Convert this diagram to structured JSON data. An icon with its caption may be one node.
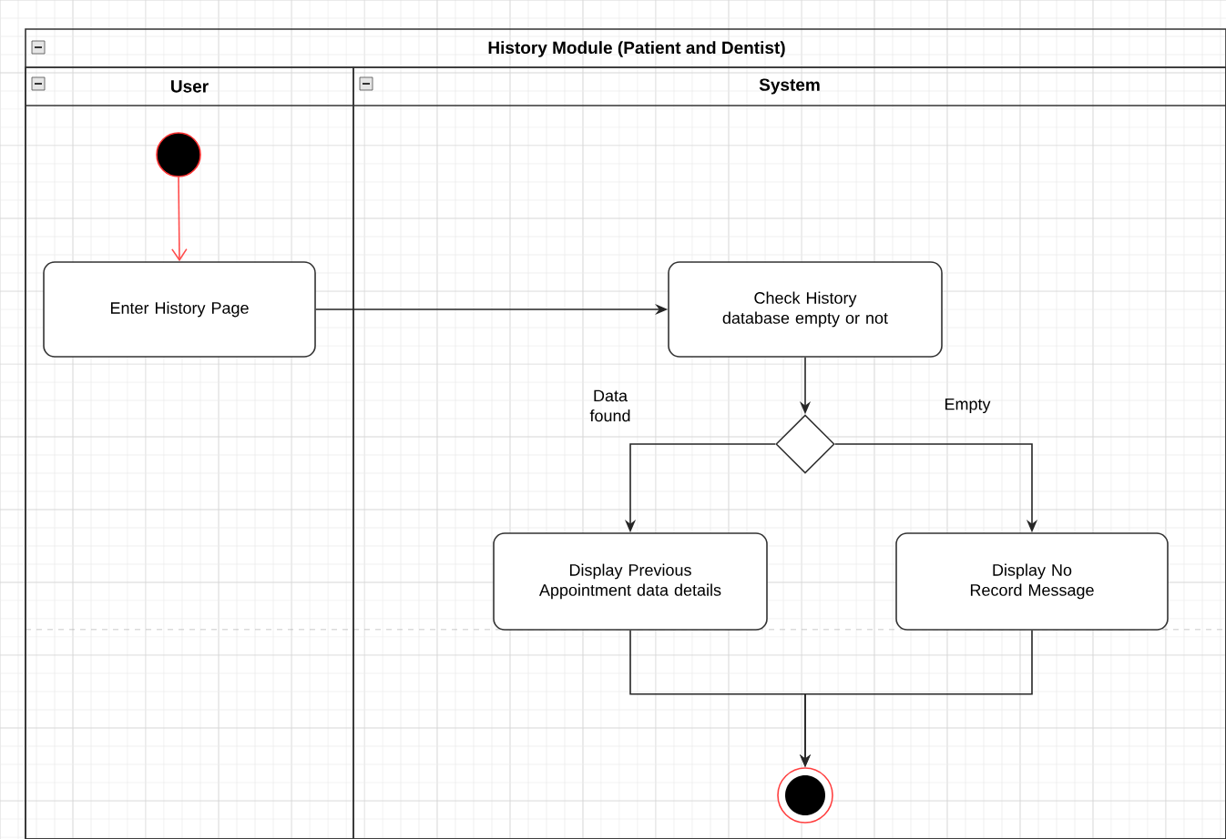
{
  "diagram": {
    "nodes": [
      {
        "text": [
          "History Module (Patient and Dentist)"
        ]
      },
      {
        "text": [
          "User"
        ],
        "in": 0
      },
      {
        "text": [
          "System"
        ],
        "in": 0
      },
      {
        "text": [],
        "shape": "circle",
        "in": 1
      },
      {
        "text": [
          "Enter History Page"
        ],
        "in": 1
      },
      {
        "text": [
          "Check History database empty or not"
        ],
        "in": 2
      },
      {
        "text": [],
        "shape": "diamond",
        "in": 2
      },
      {
        "text": [
          "Display Previous Appointment data details"
        ],
        "in": 2
      },
      {
        "text": [
          "Display No Record Message"
        ],
        "in": 2
      },
      {
        "text": [],
        "shape": "circle",
        "in": 2
      }
    ],
    "edges": [
      {
        "from": 3,
        "to": 4,
        "arrow": "to",
        "color": "#ff4d4d"
      },
      {
        "from": 4,
        "to": 5,
        "arrow": "to"
      },
      {
        "from": 5,
        "to": 6,
        "arrow": "to"
      },
      {
        "from": 6,
        "to": 7,
        "arrow": "to",
        "label": "Data found"
      },
      {
        "from": 6,
        "to": 8,
        "arrow": "to",
        "label": "Empty"
      },
      {
        "from": 7,
        "to": 9,
        "arrow": "to"
      },
      {
        "from": 8,
        "to": 9,
        "arrow": "to"
      }
    ]
  }
}
